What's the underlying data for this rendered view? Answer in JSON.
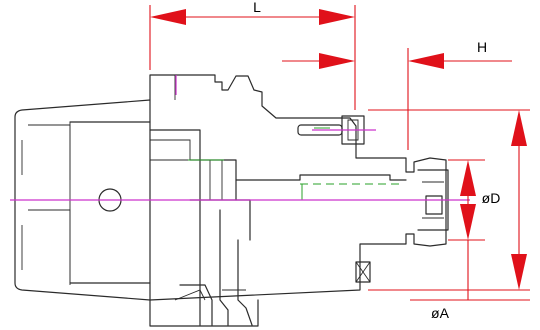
{
  "drawing": {
    "labels": {
      "length": "L",
      "projection": "H",
      "diameter_d": "øD",
      "diameter_a": "øA"
    },
    "colors": {
      "dimension": "#e0111a",
      "centerline": "#cc33cc",
      "hidden_edge": "#2aa12a",
      "outline": "#2b2b2b"
    }
  }
}
